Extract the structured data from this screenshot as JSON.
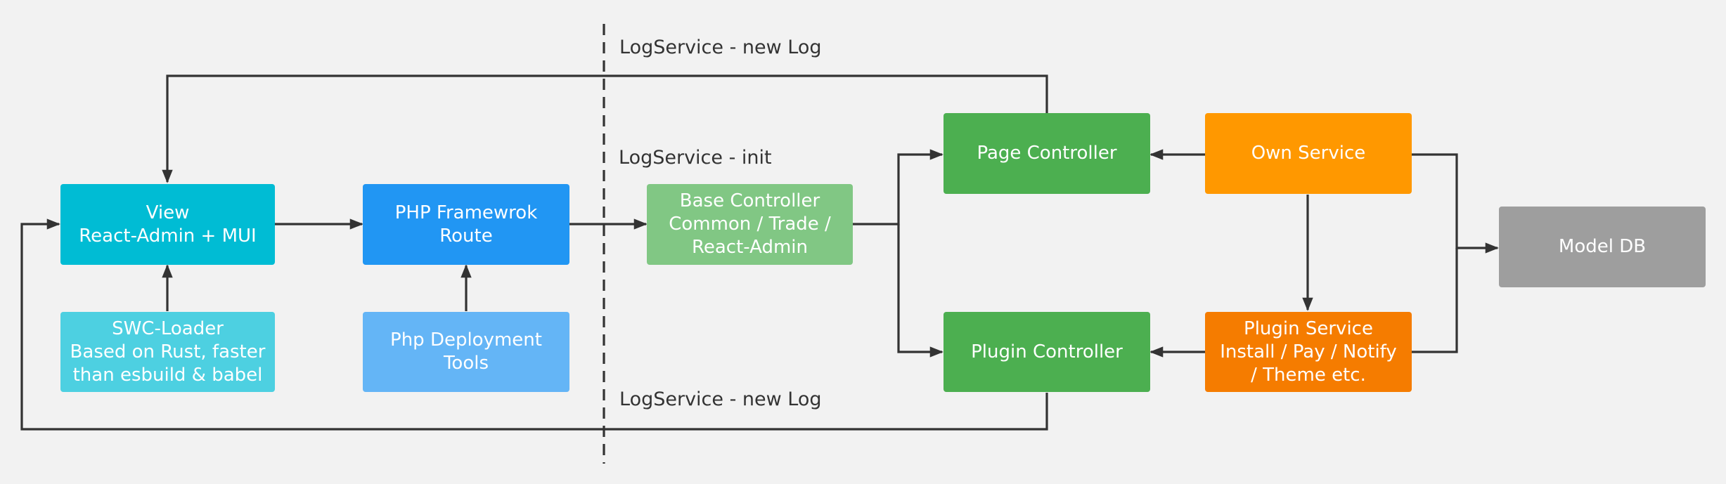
{
  "nodes": {
    "view": {
      "lines": [
        "View",
        "React-Admin + MUI"
      ],
      "color": "#00bcd4"
    },
    "swc": {
      "lines": [
        "SWC-Loader",
        "Based on Rust, faster",
        "than esbuild & babel"
      ],
      "color": "#4dd0e1"
    },
    "php_route": {
      "lines": [
        "PHP Framewrok",
        "Route"
      ],
      "color": "#2196f3"
    },
    "php_tools": {
      "lines": [
        "Php Deployment",
        "Tools"
      ],
      "color": "#64b5f6"
    },
    "base_controller": {
      "lines": [
        "Base Controller",
        "Common / Trade /",
        "React-Admin"
      ],
      "color": "#81c784"
    },
    "page_controller": {
      "lines": [
        "Page Controller"
      ],
      "color": "#4caf50"
    },
    "plugin_controller": {
      "lines": [
        "Plugin Controller"
      ],
      "color": "#4caf50"
    },
    "own_service": {
      "lines": [
        "Own Service"
      ],
      "color": "#ff9800"
    },
    "plugin_service": {
      "lines": [
        "Plugin Service",
        "Install / Pay / Notify",
        "/ Theme etc."
      ],
      "color": "#f57c00"
    },
    "model_db": {
      "lines": [
        "Model DB"
      ],
      "color": "#9e9e9e"
    }
  },
  "labels": {
    "log_new_top": "LogService - new Log",
    "log_init": "LogService - init",
    "log_new_bottom": "LogService - new Log"
  },
  "colors": {
    "edge": "#333333",
    "background": "#f2f2f2"
  }
}
